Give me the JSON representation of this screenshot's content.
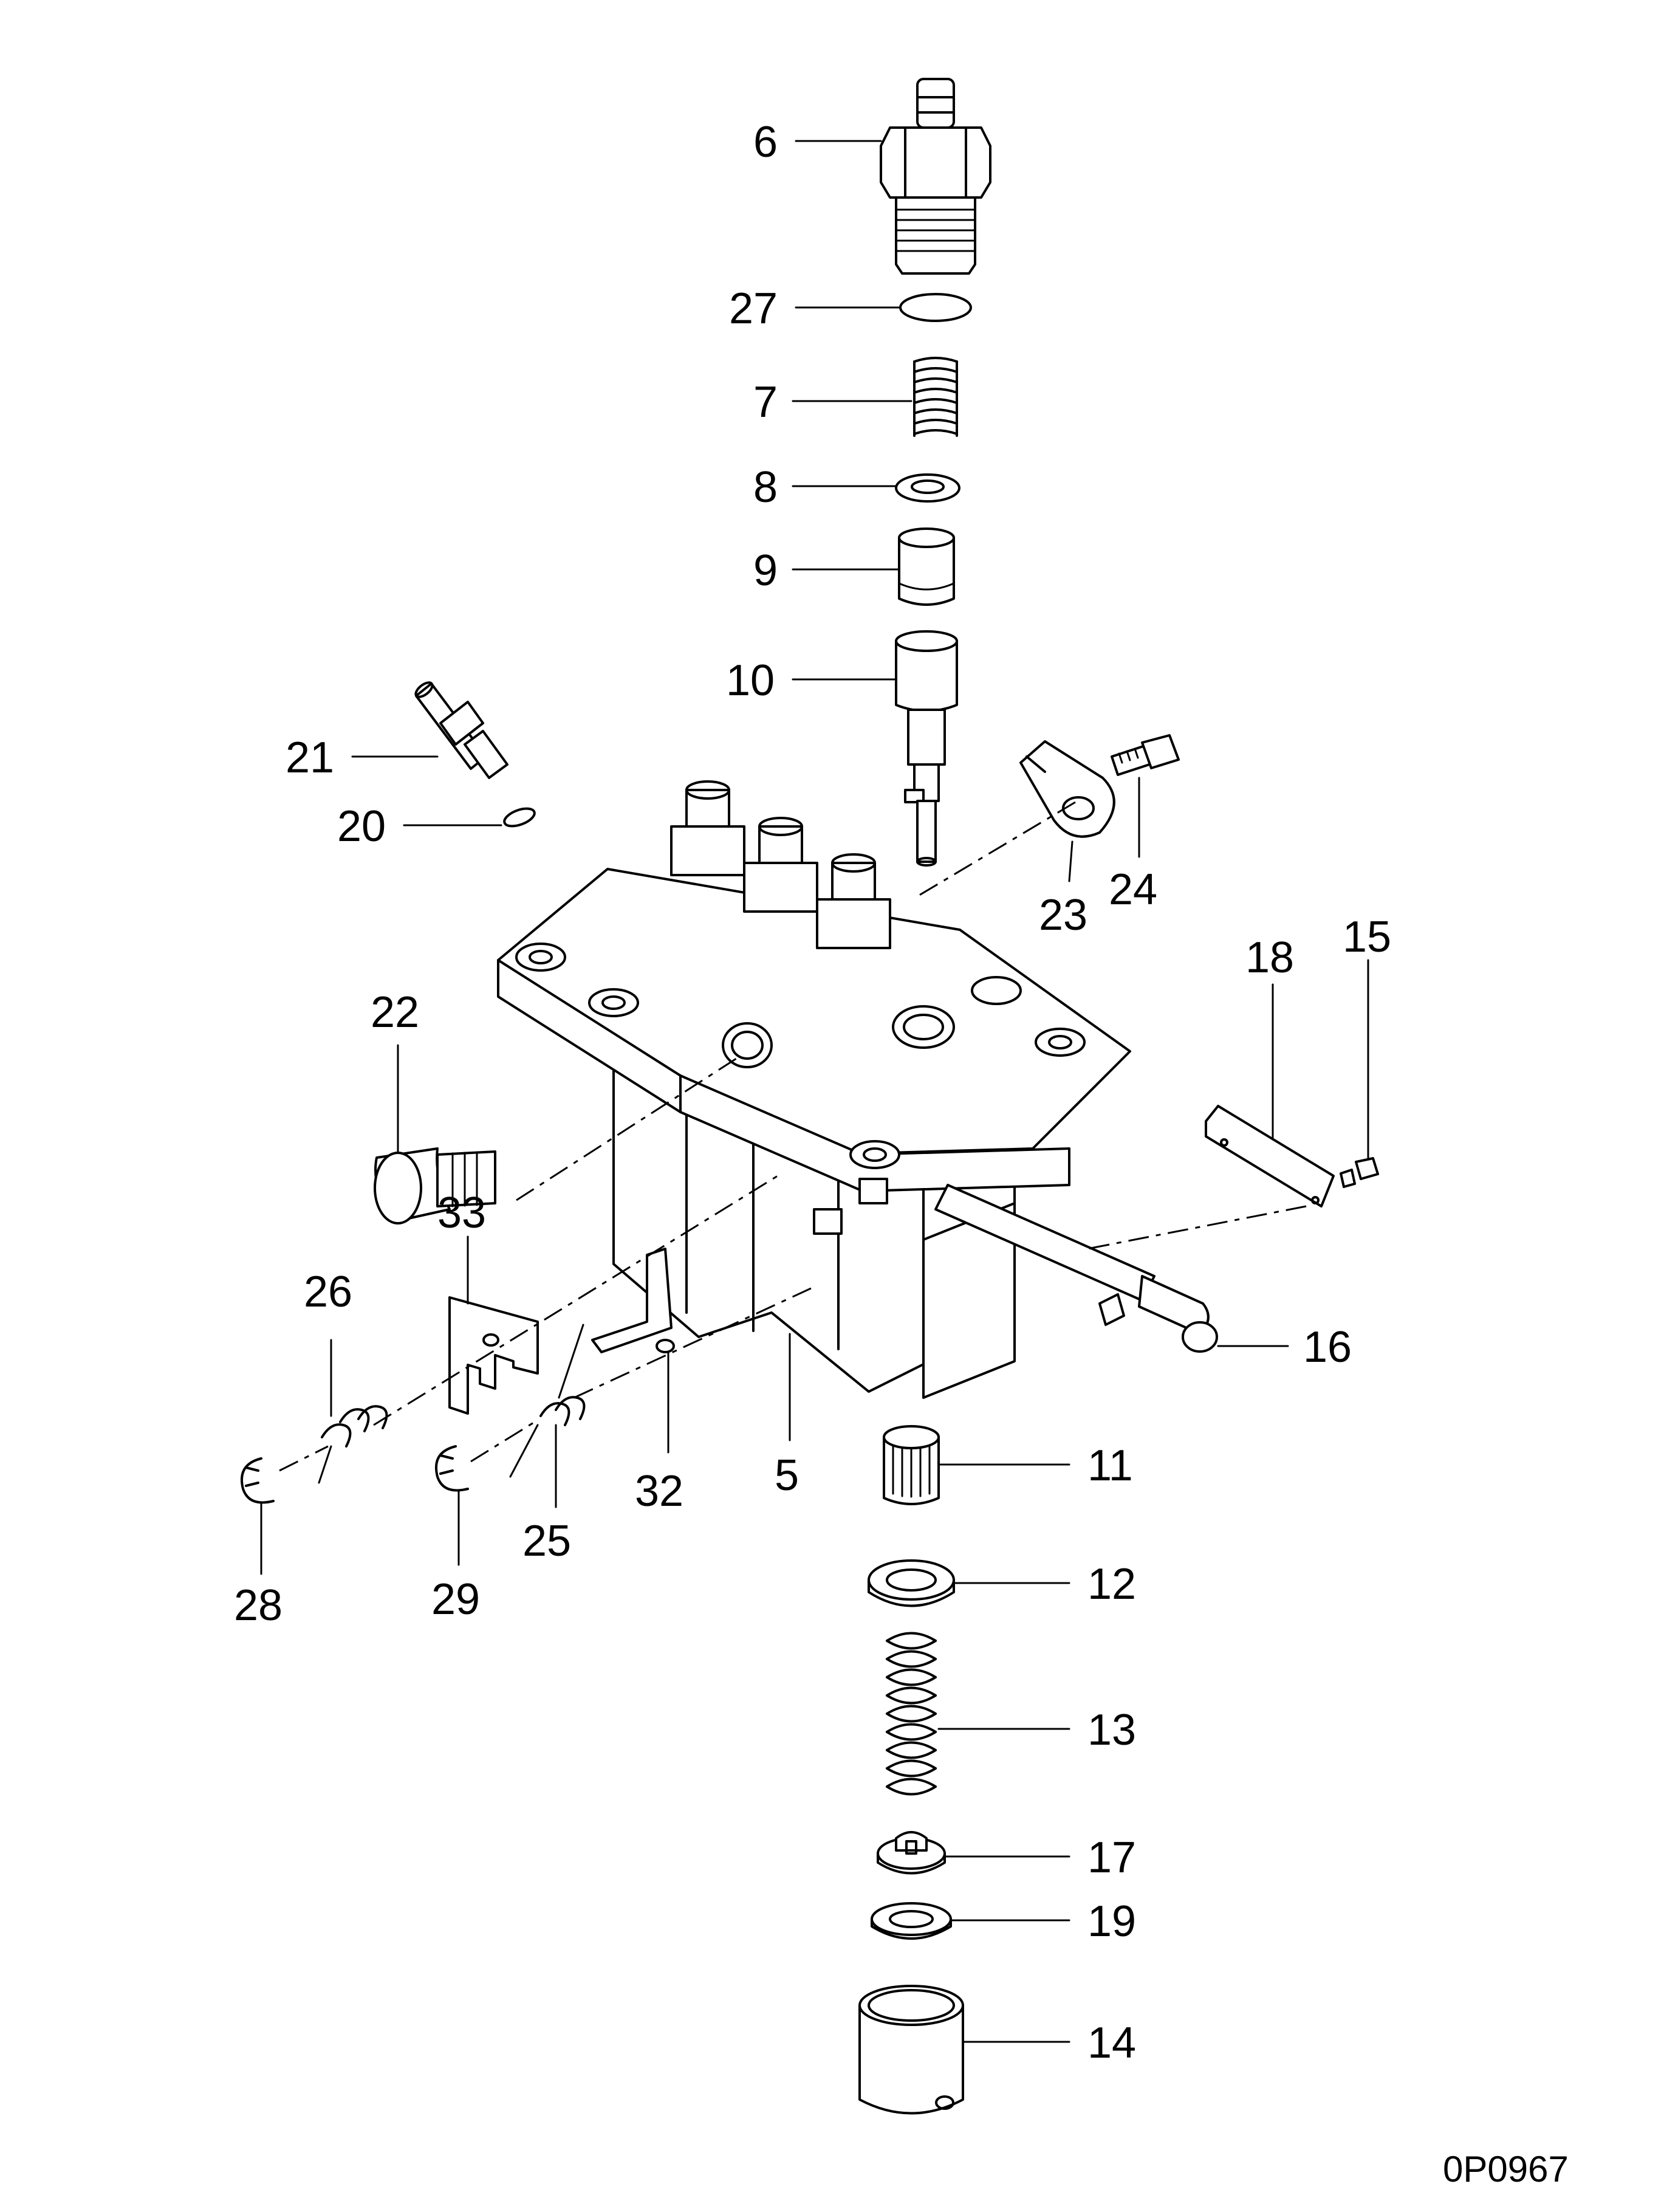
{
  "drawing_code": "0P0967",
  "callouts": [
    {
      "id": "6",
      "label": "6"
    },
    {
      "id": "27",
      "label": "27"
    },
    {
      "id": "7",
      "label": "7"
    },
    {
      "id": "8",
      "label": "8"
    },
    {
      "id": "9",
      "label": "9"
    },
    {
      "id": "10",
      "label": "10"
    },
    {
      "id": "21",
      "label": "21"
    },
    {
      "id": "20",
      "label": "20"
    },
    {
      "id": "24",
      "label": "24"
    },
    {
      "id": "23",
      "label": "23"
    },
    {
      "id": "18",
      "label": "18"
    },
    {
      "id": "15",
      "label": "15"
    },
    {
      "id": "22",
      "label": "22"
    },
    {
      "id": "33",
      "label": "33"
    },
    {
      "id": "26",
      "label": "26"
    },
    {
      "id": "16",
      "label": "16"
    },
    {
      "id": "5",
      "label": "5"
    },
    {
      "id": "32",
      "label": "32"
    },
    {
      "id": "25",
      "label": "25"
    },
    {
      "id": "28",
      "label": "28"
    },
    {
      "id": "29",
      "label": "29"
    },
    {
      "id": "11",
      "label": "11"
    },
    {
      "id": "12",
      "label": "12"
    },
    {
      "id": "13",
      "label": "13"
    },
    {
      "id": "17",
      "label": "17"
    },
    {
      "id": "19",
      "label": "19"
    },
    {
      "id": "14",
      "label": "14"
    }
  ]
}
